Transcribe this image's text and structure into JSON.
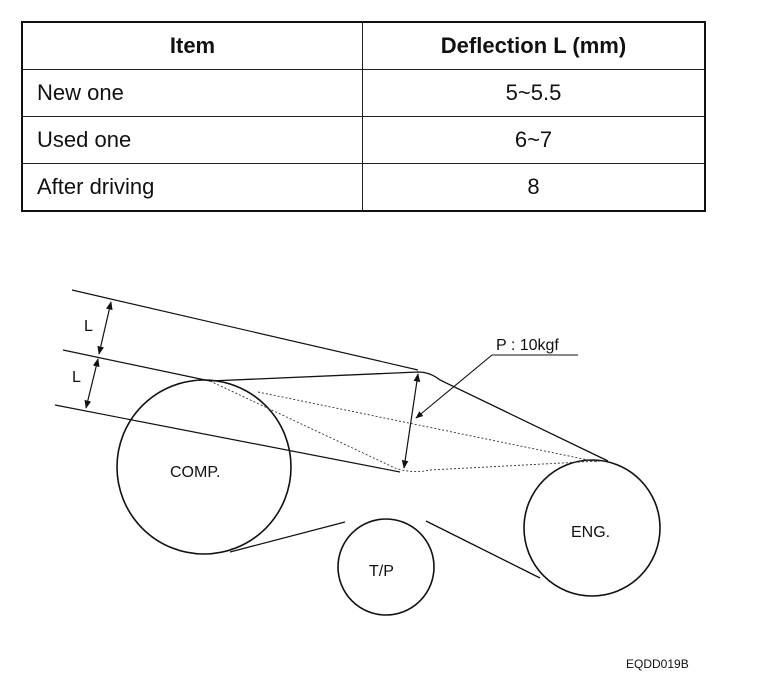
{
  "table": {
    "headers": [
      "Item",
      "Deflection L (mm)"
    ],
    "rows": [
      {
        "item": "New one",
        "value": "5~5.5"
      },
      {
        "item": "Used one",
        "value": "6~7"
      },
      {
        "item": "After driving",
        "value": "8"
      }
    ]
  },
  "diagram": {
    "dimension_label_top": "L",
    "dimension_label_bottom": "L",
    "force_label": "P : 10kgf",
    "pulley_comp": "COMP.",
    "pulley_tp": "T/P",
    "pulley_eng": "ENG.",
    "figure_code": "EQDD019B"
  }
}
